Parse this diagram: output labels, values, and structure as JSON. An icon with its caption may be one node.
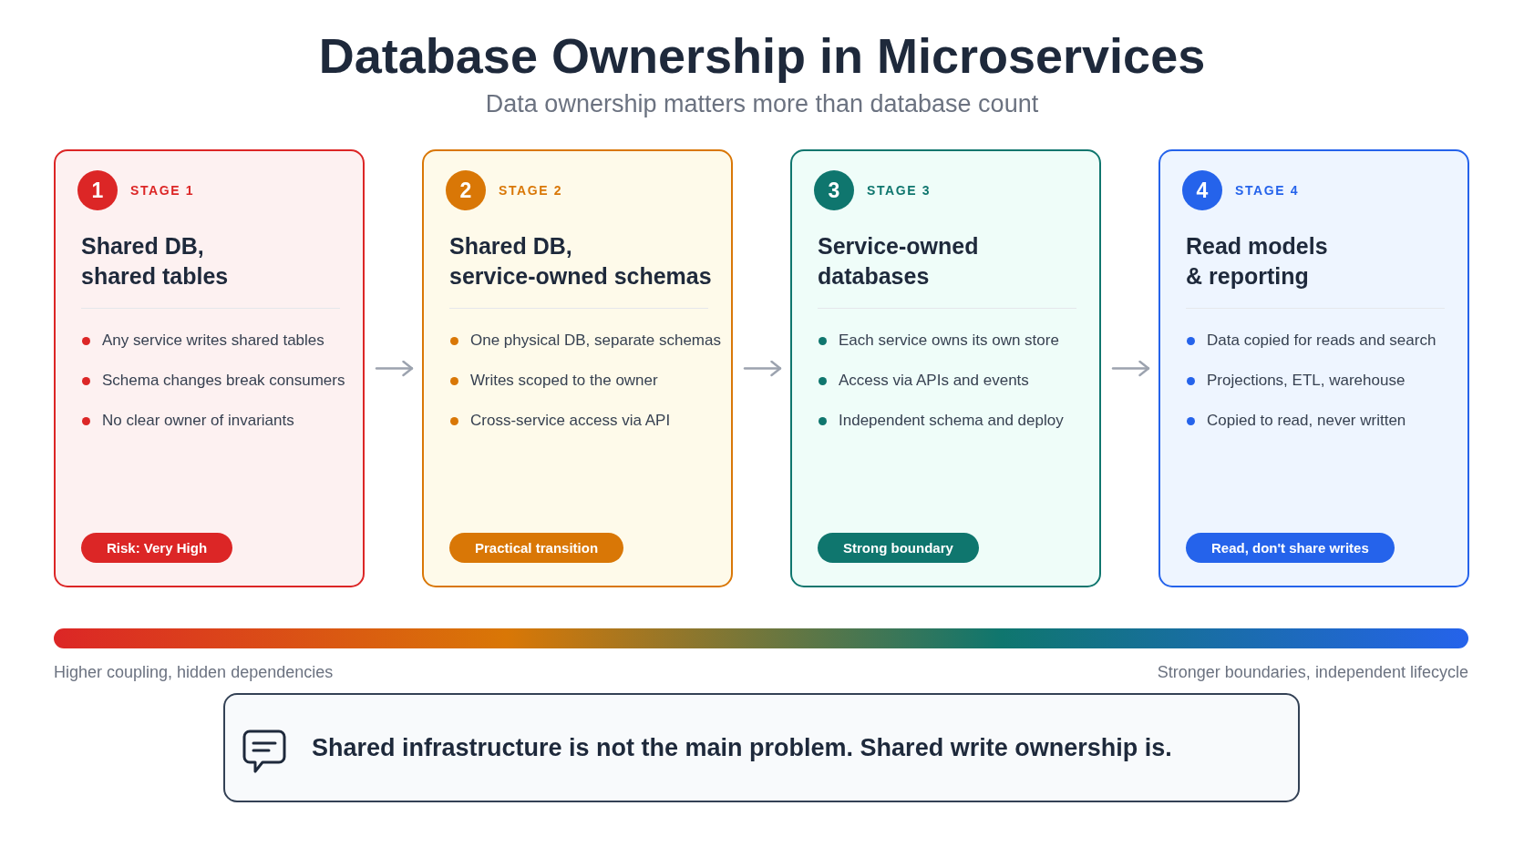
{
  "diagram": {
    "title": "Database Ownership in Microservices",
    "nodes": [
      {
        "text": [
          "STAGE 1",
          "Shared DB, shared tables",
          "Any service writes shared tables",
          "Schema changes break consumers",
          "No clear owner of invariants"
        ]
      },
      {
        "text": [
          "1"
        ],
        "in": 0
      },
      {
        "text": [
          "Risk: Very High"
        ],
        "in": 0
      },
      {
        "text": [
          "STAGE 2",
          "Shared DB, service-owned schemas",
          "One physical DB, separate schemas",
          "Writes scoped to the owner",
          "Cross-service access via API"
        ]
      },
      {
        "text": [
          "2"
        ],
        "in": 3
      },
      {
        "text": [
          "Practical transition"
        ],
        "in": 3
      },
      {
        "text": [
          "STAGE 3",
          "Service-owned databases",
          "Each service owns its own store",
          "Access via APIs and events",
          "Independent schema and deploy"
        ]
      },
      {
        "text": [
          "3"
        ],
        "in": 6
      },
      {
        "text": [
          "Strong boundary"
        ],
        "in": 6
      },
      {
        "text": [
          "STAGE 4",
          "Read models & reporting",
          "Data copied for reads and search",
          "Projections, ETL, warehouse",
          "Copied to read, never written"
        ]
      },
      {
        "text": [
          "4"
        ],
        "in": 9
      },
      {
        "text": [
          "Read, don't share writes"
        ],
        "in": 9
      },
      {
        "text": [],
        "shape": "bar",
        "beside": [
          "Higher coupling, hidden dependencies",
          "Stronger boundaries, independent lifecycle"
        ]
      },
      {
        "text": [
          "Shared infrastructure is not the main problem. Shared write ownership is."
        ]
      }
    ],
    "edges": [
      {
        "from": 0,
        "to": 3,
        "arrow": "to"
      },
      {
        "from": 3,
        "to": 6,
        "arrow": "to"
      },
      {
        "from": 6,
        "to": 9,
        "arrow": "to"
      }
    ],
    "labels": [
      "Data ownership matters more than database count"
    ]
  }
}
